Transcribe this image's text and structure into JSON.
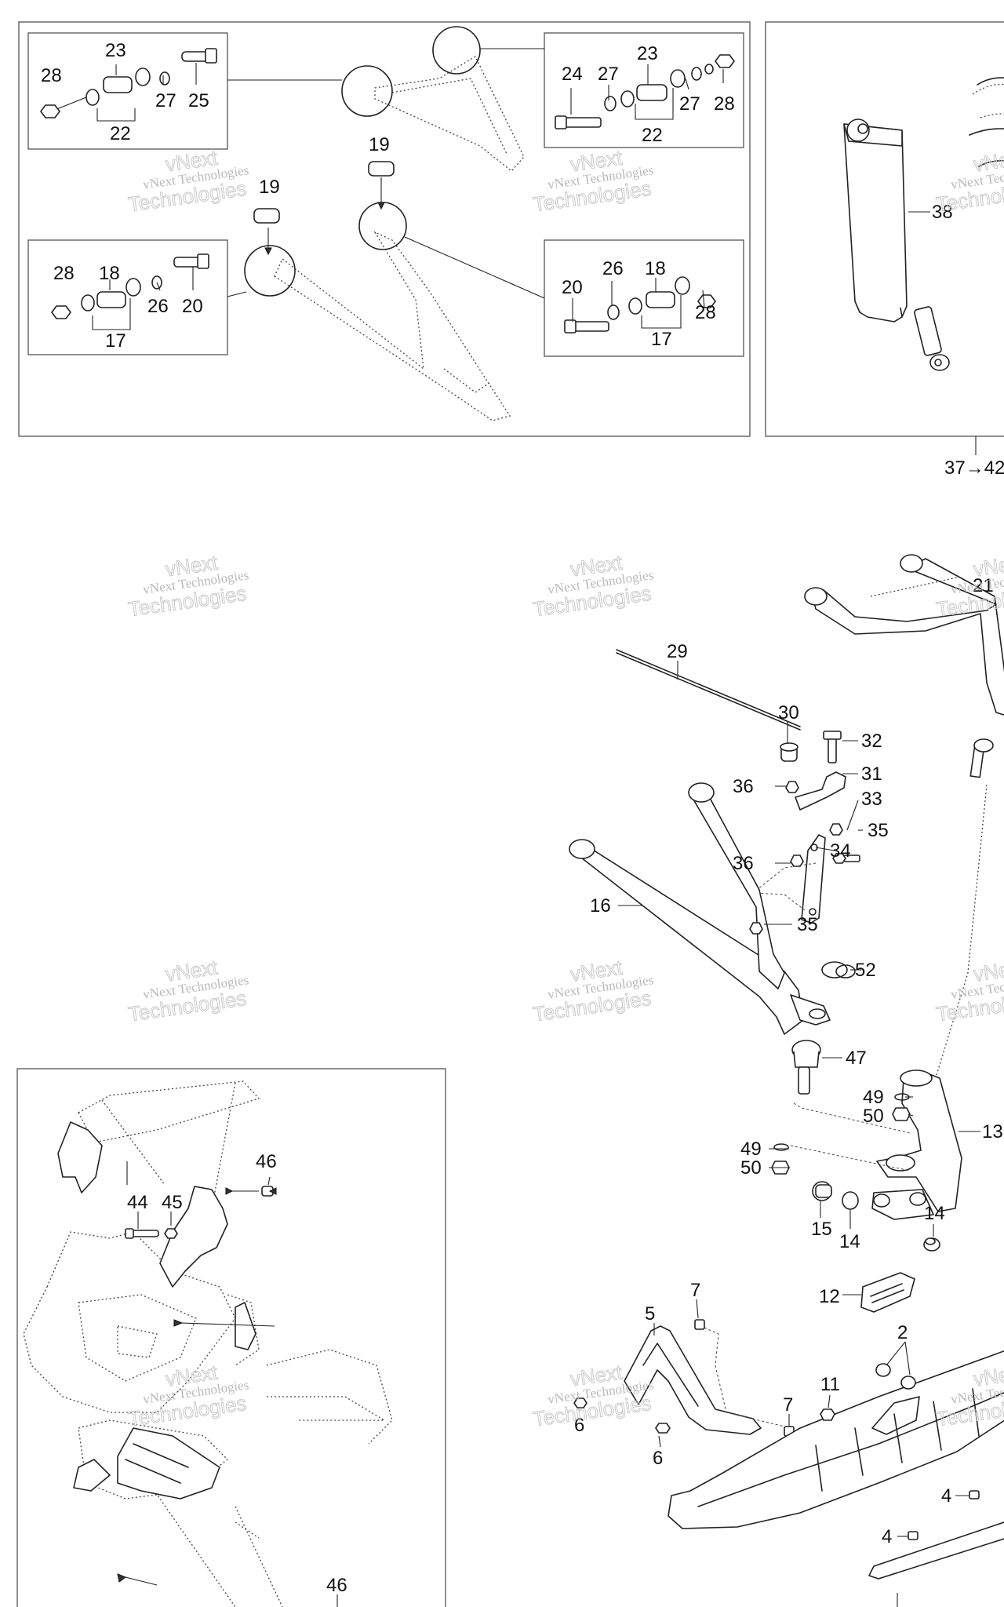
{
  "watermark": {
    "line1": "vNext Technologies",
    "line2": "Technologies",
    "line3": "vNext"
  },
  "callouts": {
    "c28a": "28",
    "c23a": "23",
    "c27a": "27",
    "c25": "25",
    "c22a": "22",
    "c24": "24",
    "c27b": "27",
    "c23b": "23",
    "c27c": "27",
    "c28b": "28",
    "c22b": "22",
    "c19a": "19",
    "c19b": "19",
    "c28c": "28",
    "c18a": "18",
    "c26a": "26",
    "c20a": "20",
    "c17a": "17",
    "c20b": "20",
    "c26b": "26",
    "c18b": "18",
    "c28d": "28",
    "c17b": "17",
    "c38": "38",
    "c3742": "37→42",
    "c21": "21",
    "c29": "29",
    "c30": "30",
    "c32": "32",
    "c31": "31",
    "c36a": "36",
    "c33": "33",
    "c36b": "36",
    "c35a": "35",
    "c34": "34",
    "c16": "16",
    "c35b": "35",
    "c52": "52",
    "c47": "47",
    "c49a": "49",
    "c50a": "50",
    "c13": "13",
    "c49b": "49",
    "c50b": "50",
    "c15": "15",
    "c14a": "14",
    "c14b": "14",
    "c12": "12",
    "c7a": "7",
    "c5": "5",
    "c2": "2",
    "c11": "11",
    "c7b": "7",
    "c6a": "6",
    "c6b": "6",
    "c4a": "4",
    "c4b": "4",
    "c46a": "46",
    "c44": "44",
    "c45": "45",
    "c46b": "46"
  }
}
